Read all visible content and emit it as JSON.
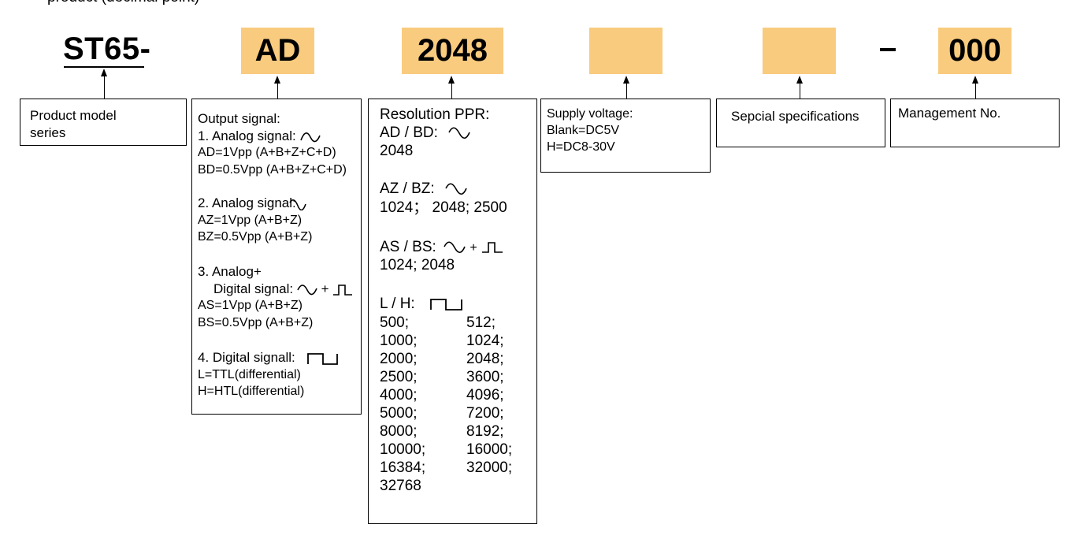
{
  "header": {
    "top_note": "product (decimal point)",
    "model_prefix": "ST65-",
    "codes": [
      "AD",
      "2048",
      "",
      "",
      "000"
    ],
    "separator": "–"
  },
  "colors": {
    "tile": "#f9cb7f",
    "line": "#000000"
  },
  "boxes": {
    "product": {
      "lines": [
        "Product model",
        "series"
      ]
    },
    "output": {
      "title": "Output signal:",
      "s1_title": "1. Analog signal:",
      "s1_a": "AD=1Vpp (A+B+Z+C+D)",
      "s1_b": "BD=0.5Vpp (A+B+Z+C+D)",
      "s2_title": "2. Analog signal:",
      "s2_a": "AZ=1Vpp (A+B+Z)",
      "s2_b": "BZ=0.5Vpp (A+B+Z)",
      "s3_title": "3. Analog+",
      "s3_sub": "Digital signal:",
      "s3_a": "AS=1Vpp (A+B+Z)",
      "s3_b": "BS=0.5Vpp (A+B+Z)",
      "s4_title": "4. Digital signall:",
      "s4_a": "L=TTL(differential)",
      "s4_b": "H=HTL(differential)"
    },
    "resolution": {
      "title": "Resolution PPR:",
      "ad_label": "AD / BD:",
      "ad_values": "2048",
      "az_label": "AZ / BZ:",
      "az_values": "1024； 2048;   2500",
      "as_label": "AS / BS:",
      "as_values": "1024;   2048",
      "lh_label": "L / H:",
      "lh_left": [
        "500;",
        "1000;",
        "2000;",
        "2500;",
        "4000;",
        "5000;",
        "8000;",
        "10000;",
        "16384;",
        "32768"
      ],
      "lh_right": [
        "512;",
        "1024;",
        "2048;",
        "3600;",
        "4096;",
        "7200;",
        "8192;",
        "16000;",
        "32000;"
      ]
    },
    "supply": {
      "lines": [
        "Supply voltage:",
        "Blank=DC5V",
        "H=DC8-30V"
      ]
    },
    "special": {
      "text": "Sepcial specifications"
    },
    "management": {
      "text": "Management No."
    }
  }
}
